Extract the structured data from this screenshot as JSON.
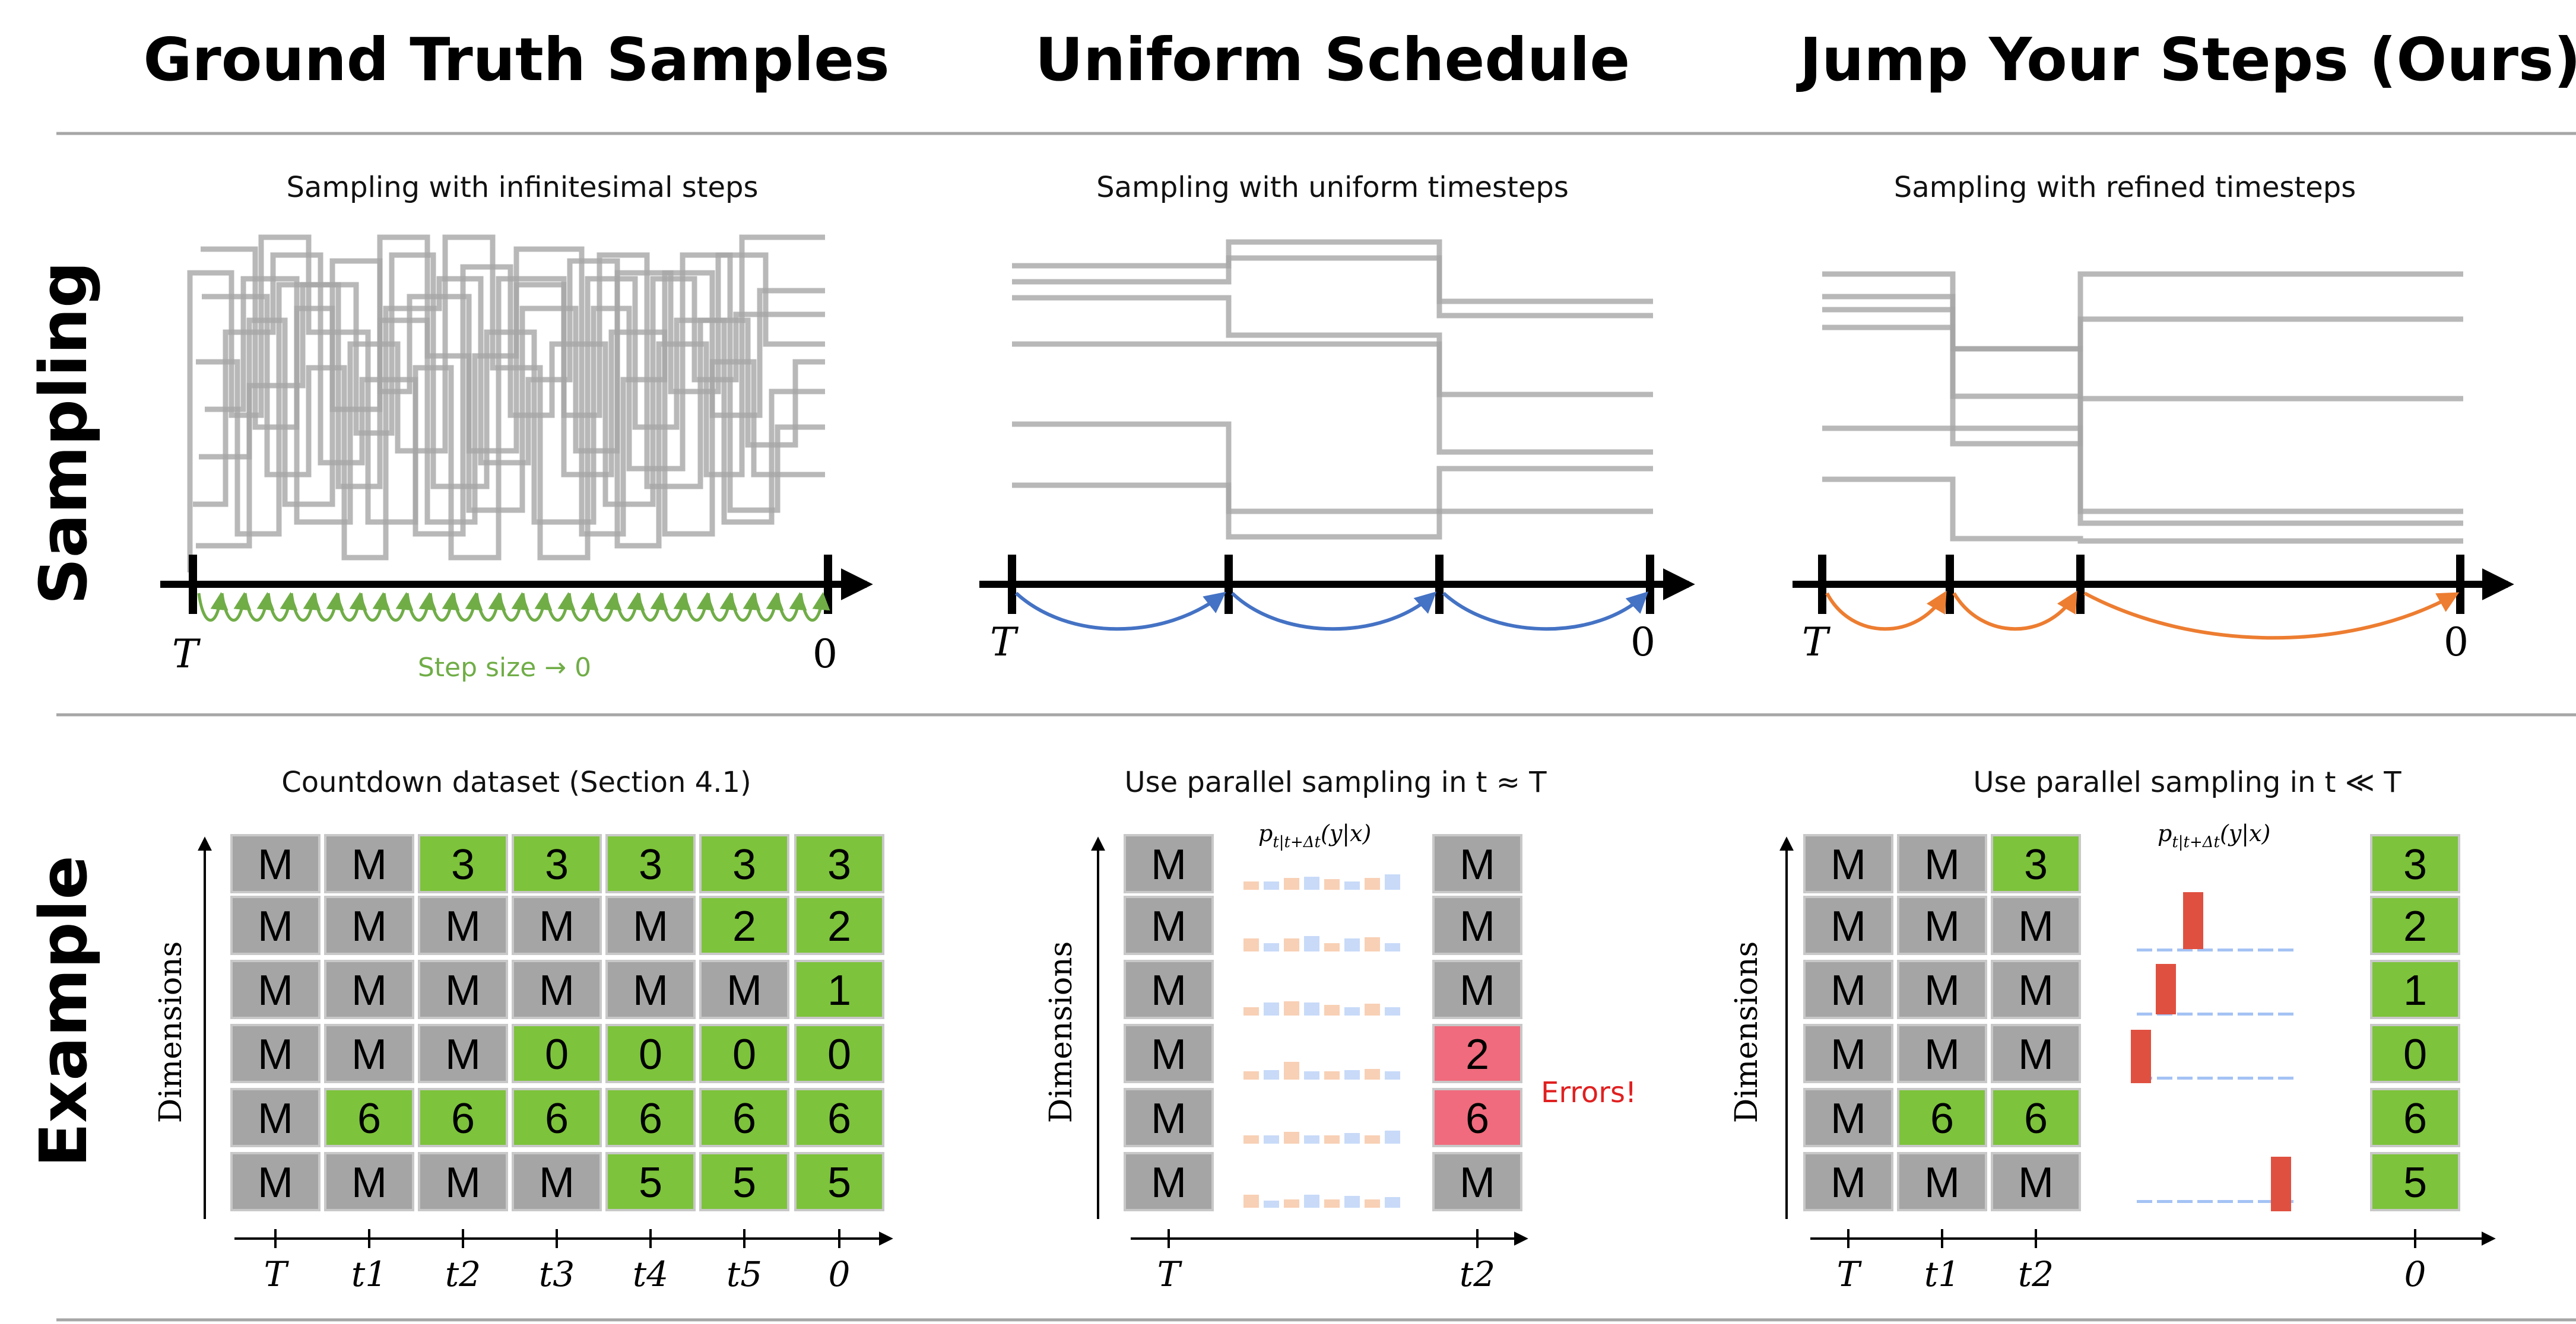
{
  "titles": {
    "col1": "Ground Truth Samples",
    "col2": "Uniform Schedule",
    "col3": "Jump Your Steps (Ours)",
    "row1": "Sampling",
    "row2": "Example"
  },
  "sampling": {
    "sub1": "Sampling with infinitesimal steps",
    "sub2": "Sampling with uniform timesteps",
    "sub3": "Sampling with refined timesteps",
    "axis_start": "T",
    "axis_end": "0",
    "step_label": "Step size → 0"
  },
  "example": {
    "sub1": "Countdown dataset (Section 4.1)",
    "sub2": "Use parallel sampling in t ≈ T",
    "sub3": "Use parallel sampling in t ≪ T",
    "ylabel": "Dimensions",
    "prob_label": "p",
    "prob_sub": "t|t+Δt",
    "prob_arg": "(y|x)",
    "errors_label": "Errors!",
    "ticks1": [
      "T",
      "t1",
      "t2",
      "t3",
      "t4",
      "t5",
      "0"
    ],
    "ticks2": [
      "T",
      "t2"
    ],
    "ticks3": [
      "T",
      "t1",
      "t2",
      "0"
    ],
    "grid1": [
      [
        "M",
        "M",
        "3",
        "3",
        "3",
        "3",
        "3"
      ],
      [
        "M",
        "M",
        "M",
        "M",
        "M",
        "2",
        "2"
      ],
      [
        "M",
        "M",
        "M",
        "M",
        "M",
        "M",
        "1"
      ],
      [
        "M",
        "M",
        "M",
        "0",
        "0",
        "0",
        "0"
      ],
      [
        "M",
        "6",
        "6",
        "6",
        "6",
        "6",
        "6"
      ],
      [
        "M",
        "M",
        "M",
        "M",
        "5",
        "5",
        "5"
      ]
    ],
    "grid2_left": [
      "M",
      "M",
      "M",
      "M",
      "M",
      "M"
    ],
    "grid2_right": [
      "M",
      "M",
      "M",
      "2",
      "6",
      "M"
    ],
    "grid3_left": [
      [
        "M",
        "M",
        "3"
      ],
      [
        "M",
        "M",
        "M"
      ],
      [
        "M",
        "M",
        "M"
      ],
      [
        "M",
        "M",
        "M"
      ],
      [
        "M",
        "6",
        "6"
      ],
      [
        "M",
        "M",
        "M"
      ]
    ],
    "grid3_right": [
      "3",
      "2",
      "1",
      "0",
      "6",
      "5"
    ]
  },
  "colors": {
    "mask": "#a5a5a5",
    "green": "#7dc33b",
    "error": "#f06b7d",
    "blue_arrow": "#4472c4",
    "orange_arrow": "#ed7d31",
    "green_arrow": "#70ad47",
    "bar_red": "#e05040",
    "bar_blue": "#a4c2f4",
    "bar_peach": "#f4b183"
  }
}
